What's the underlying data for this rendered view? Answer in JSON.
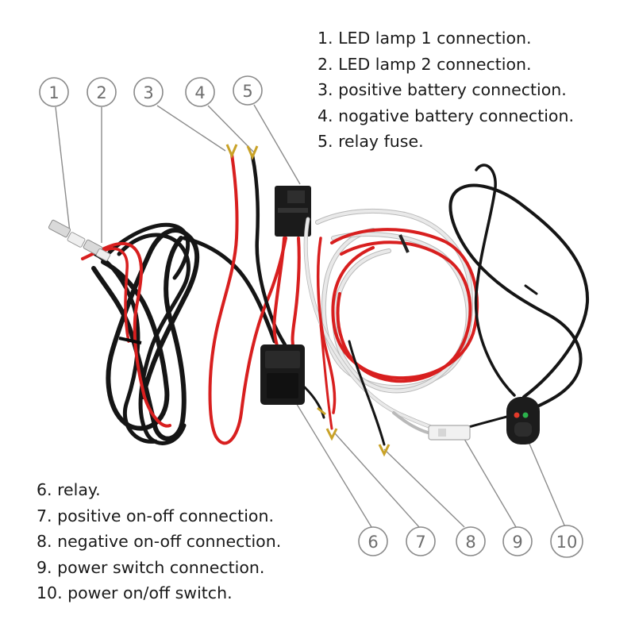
{
  "legend_top": [
    {
      "number": "1",
      "text": "1. LED lamp 1 connection."
    },
    {
      "number": "2",
      "text": "2. LED lamp 2 connection."
    },
    {
      "number": "3",
      "text": "3. positive battery connection."
    },
    {
      "number": "4",
      "text": "4. nogative battery connection."
    },
    {
      "number": "5",
      "text": "5. relay fuse."
    }
  ],
  "legend_bottom": [
    {
      "number": "6",
      "text": "6. relay."
    },
    {
      "number": "7",
      "text": "7. positive on-off connection."
    },
    {
      "number": "8",
      "text": "8. negative on-off connection."
    },
    {
      "number": "9",
      "text": "9. power switch connection."
    },
    {
      "number": "10",
      "text": "10. power on/off switch."
    }
  ],
  "callouts": [
    "1",
    "2",
    "3",
    "4",
    "5",
    "6",
    "7",
    "8",
    "9",
    "10"
  ],
  "colors": {
    "wire_black": "#151515",
    "wire_red": "#d81f1f",
    "wire_white": "#e9e9e9",
    "terminal_metal": "#c9a227",
    "switch_led_red": "#e23a2a",
    "switch_led_green": "#2bb24c",
    "callout_gray": "#8a8a8a"
  },
  "icons": {
    "relay": "relay-icon",
    "fuse_holder": "fuse-holder-icon",
    "switch": "switch-icon",
    "spade_terminal": "spade-terminal-icon",
    "ring_terminal": "fork-terminal-icon"
  }
}
